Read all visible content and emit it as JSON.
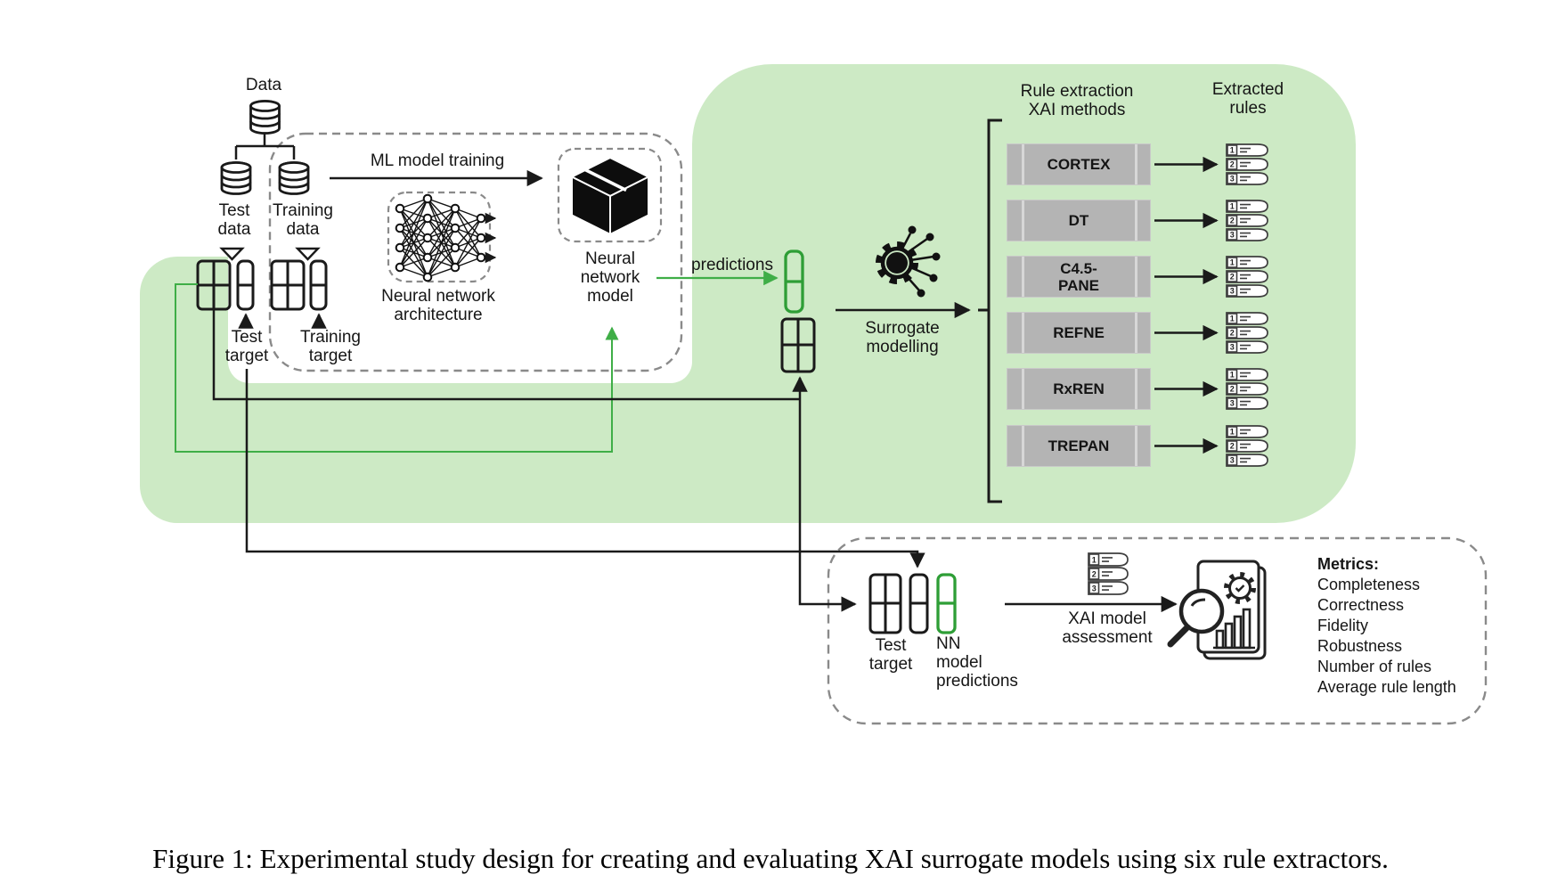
{
  "figure": {
    "caption": "Figure 1: Experimental study design for creating and evaluating XAI surrogate models using six rule extractors."
  },
  "pipeline": {
    "data_label": "Data",
    "test_data": "Test\ndata",
    "training_data": "Training\ndata",
    "test_target": "Test\ntarget",
    "training_target": "Training\ntarget",
    "ml_training": "ML model training",
    "nn_architecture": "Neural network\narchitecture",
    "nn_model": "Neural\nnetwork\nmodel",
    "predictions": "predictions",
    "surrogate": "Surrogate\nmodelling"
  },
  "extraction": {
    "heading": "Rule extraction\nXAI methods",
    "extracted_heading": "Extracted\nrules",
    "methods": [
      "CORTEX",
      "DT",
      "C4.5-\nPANE",
      "REFNE",
      "RxREN",
      "TREPAN"
    ],
    "rule_numbers": [
      "1",
      "2",
      "3"
    ]
  },
  "assessment": {
    "test_target": "Test\ntarget",
    "nn_predictions": "NN\nmodel\npredictions",
    "arrow_label": "XAI model\nassessment",
    "metrics_title": "Metrics:",
    "metrics": [
      "Completeness",
      "Correctness",
      "Fidelity",
      "Robustness",
      "Number of rules",
      "Average rule length"
    ]
  },
  "colors": {
    "green_bg": "#cdeac5",
    "green_line": "#3fae47",
    "green_table": "#2e9e36",
    "box_grey": "#b4b4b4"
  }
}
